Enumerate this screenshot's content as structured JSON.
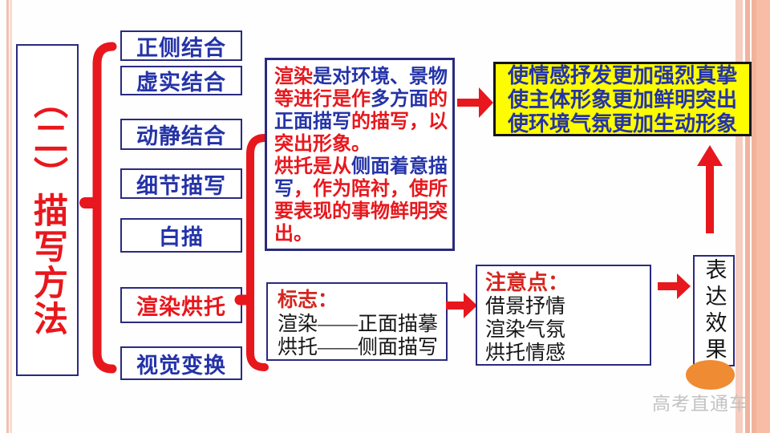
{
  "slide": {
    "title": "（二）描写方法",
    "watermark": "高考直通车"
  },
  "methods": [
    {
      "label": "正侧结合"
    },
    {
      "label": "虚实结合"
    },
    {
      "label": "动静结合"
    },
    {
      "label": "细节描写"
    },
    {
      "label": "白描"
    },
    {
      "label": "渲染烘托"
    },
    {
      "label": "视觉变换"
    }
  ],
  "definition": {
    "paragraphs": [
      {
        "segments": [
          {
            "t": "渲染",
            "c": "red"
          },
          {
            "t": "是对环境、景物",
            "c": "blue"
          },
          {
            "t": "等进行是作",
            "c": "red"
          },
          {
            "t": "多方面",
            "c": "blue"
          },
          {
            "t": "的",
            "c": "red"
          },
          {
            "t": "正面描写",
            "c": "blue"
          },
          {
            "t": "的描写，以突出形象。",
            "c": "red"
          }
        ]
      },
      {
        "segments": [
          {
            "t": "烘托是从",
            "c": "red"
          },
          {
            "t": "侧面着意描写",
            "c": "blue"
          },
          {
            "t": "，作为陪衬，使所要表现的事物鲜明突出。",
            "c": "red"
          }
        ]
      }
    ]
  },
  "effects": {
    "lines": [
      "使情感抒发更加强烈真挚",
      "使主体形象更加鲜明突出",
      "使环境气氛更加生动形象"
    ]
  },
  "markers": {
    "heading": "标志：",
    "lines": [
      "渲染——正面描摹",
      "烘托——侧面描写"
    ]
  },
  "notes": {
    "heading": "注意点：",
    "lines": [
      "借景抒情",
      "渲染气氛",
      "烘托情感"
    ]
  },
  "expression": {
    "label": "表达效果"
  },
  "colors": {
    "red": "#e8171d",
    "blue": "#2433a8",
    "border_navy": "#2a2a80",
    "yellow": "#fdfd00",
    "orange": "#ef8b33",
    "watermark_gray": "#c3c3c3",
    "stripe_salmon": "#f1b29c",
    "stripe_pink": "#f6cdbf"
  }
}
